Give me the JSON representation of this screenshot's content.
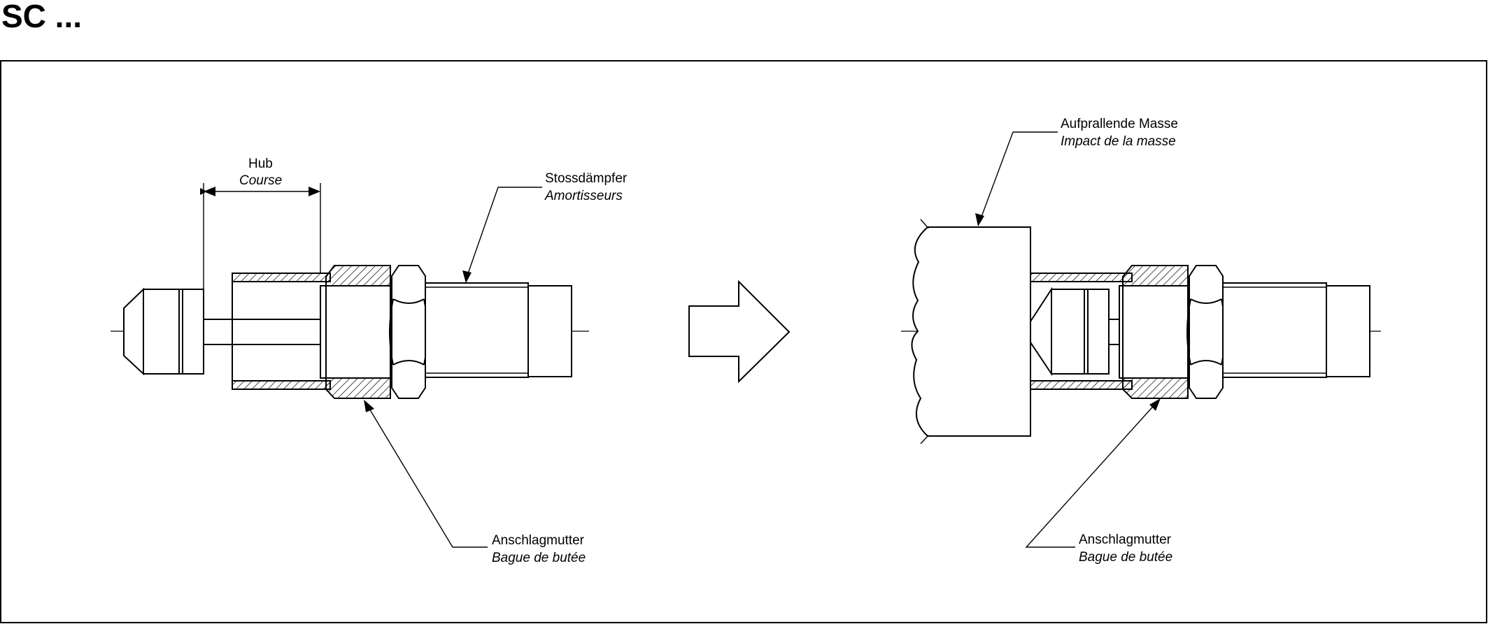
{
  "title": "SC ...",
  "left_view": {
    "stroke_label": "Hub",
    "stroke_label_fr": "Course",
    "shock_label": "Stossdämpfer",
    "shock_label_fr": "Amortisseurs",
    "stopnut_label": "Anschlagmutter",
    "stopnut_label_fr": "Bague de butée"
  },
  "right_view": {
    "mass_label": "Aufprallende Masse",
    "mass_label_fr": "Impact de la masse",
    "stopnut_label": "Anschlagmutter",
    "stopnut_label_fr": "Bague de butée"
  },
  "colors": {
    "line": "#000000",
    "background": "#ffffff"
  }
}
